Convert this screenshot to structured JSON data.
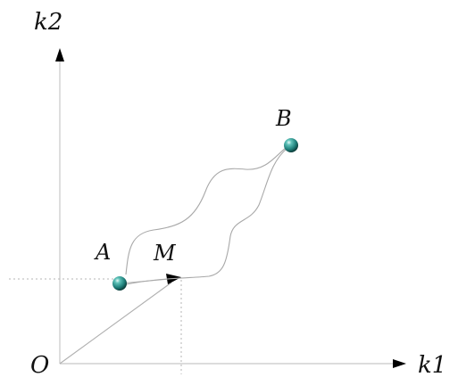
{
  "axes": {
    "x_label": "k1",
    "y_label": "k2",
    "origin_label": "O"
  },
  "points": {
    "a_label": "A",
    "b_label": "B",
    "m_label": "M"
  },
  "colors": {
    "point_fill": "#1e7f7a",
    "axis": "#c8c8c8",
    "curve": "#a8a8a8",
    "arrowhead": "#000000"
  }
}
